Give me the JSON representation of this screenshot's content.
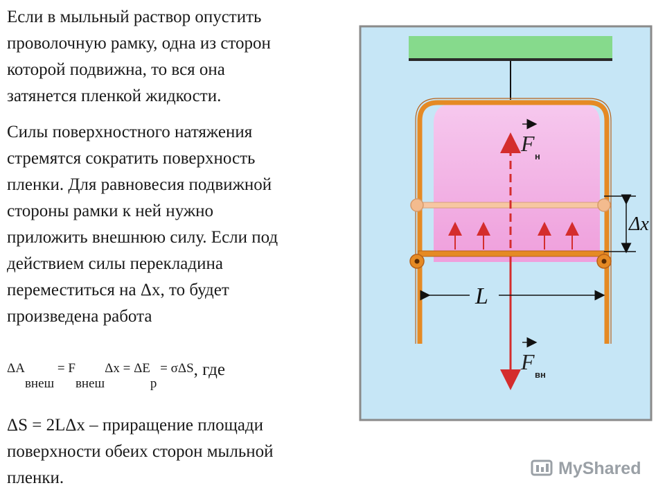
{
  "text": {
    "paragraph1": "Если в мыльный раствор опустить\nпроволочную рамку, одна из сторон\nкоторой подвижна, то вся она\nзатянется пленкой жидкости.",
    "paragraph2": "Силы поверхностного натяжения\nстремятся сократить поверхность\nпленки. Для равновесия подвижной\nстороны рамки к ней нужно\nприложить внешнюю силу.  Если под\nдействием силы  перекладина\nпереместиться на Δx, то будет\nпроизведена работа",
    "formula": {
      "p1": "ΔA",
      "s1": "внеш",
      "p2": " = F",
      "s2": "внеш",
      "p3": "Δx = ΔE",
      "s3": "p",
      "p4": " = σΔS",
      "tail": ", где"
    },
    "paragraph3": " ΔS = 2LΔx – приращение площади\nповерхности обеих сторон мыльной\nпленки."
  },
  "diagram": {
    "labels": {
      "force_top": "F",
      "force_top_sub": "н",
      "force_bottom": "F",
      "force_bottom_sub": "вн",
      "delta_x": "Δx",
      "length": "L"
    },
    "colors": {
      "background": "#c6e6f6",
      "border": "#8a8a8a",
      "ceiling": "#86da8c",
      "frame": "#e58a24",
      "film": "#f3b3e2",
      "force": "#d42d2d",
      "dimension": "#111111"
    }
  },
  "watermark": {
    "text": "MyShared"
  }
}
